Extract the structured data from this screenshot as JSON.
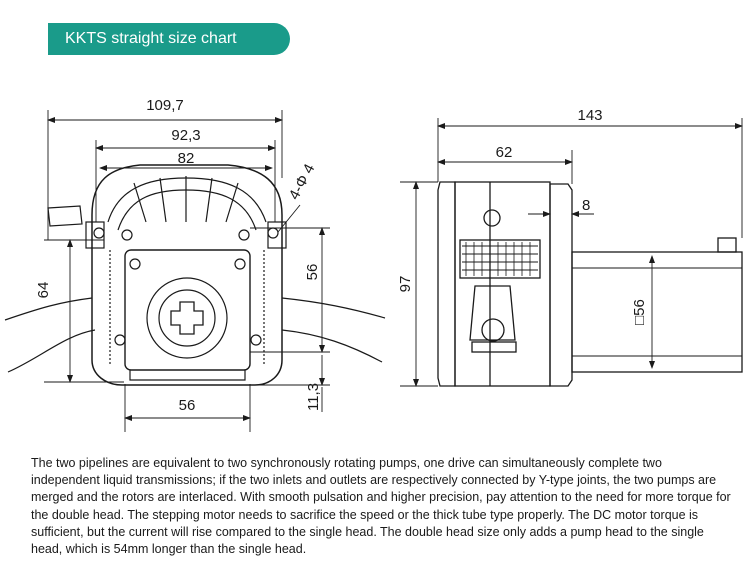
{
  "title": "KKTS straight size chart",
  "front_view": {
    "dim_width_overall": "109,7",
    "dim_width_mount": "92,3",
    "dim_width_body": "82",
    "dim_hole": "4-Φ 4",
    "dim_height_left": "64",
    "dim_height_right": "56",
    "dim_bottom_width": "56",
    "dim_bottom_offset": "11,3"
  },
  "side_view": {
    "dim_total_length": "143",
    "dim_head_length": "62",
    "dim_flange": "8",
    "dim_height": "97",
    "dim_motor_square": "□56"
  },
  "description": "The two pipelines are equivalent to two synchronously rotating pumps, one drive can simultaneously complete two independent liquid transmissions; if the two inlets and outlets are respectively connected by Y-type joints, the two pumps are merged and the rotors are interlaced. With smooth pulsation and higher precision, pay attention to the need for more torque for the double head. The stepping motor needs to sacrifice the speed or the thick tube type properly. The DC motor torque is sufficient, but the current will rise compared to the single head. The double head size only adds a pump head to the single head, which is 54mm longer than the single head.",
  "colors": {
    "banner": "#1a9b8a",
    "line": "#1a1a1a"
  }
}
